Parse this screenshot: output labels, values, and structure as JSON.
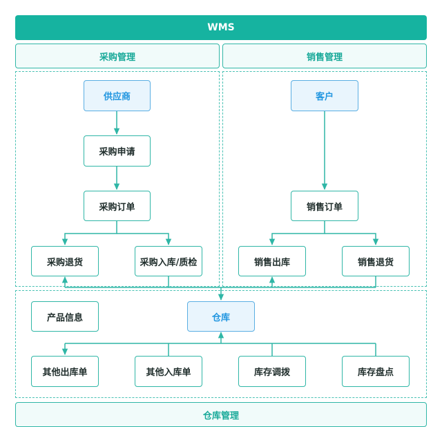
{
  "title": "WMS",
  "sections": {
    "purchase": "采购管理",
    "sales": "销售管理",
    "warehouse": "仓库管理"
  },
  "nodes": {
    "supplier": "供应商",
    "purchase_request": "采购申请",
    "purchase_order": "采购订单",
    "purchase_return": "采购退货",
    "purchase_inbound_qc": "采购入库/质检",
    "customer": "客户",
    "sales_order": "销售订单",
    "sales_outbound": "销售出库",
    "sales_return": "销售退货",
    "product_info": "产品信息",
    "warehouse": "仓库",
    "other_outbound": "其他出库单",
    "other_inbound": "其他入库单",
    "stock_transfer": "库存调拨",
    "stock_count": "库存盘点"
  },
  "colors": {
    "accent": "#16b3a0",
    "line": "#2fb6a6",
    "highlight_fill": "#e9f5fd",
    "highlight_text": "#2196e0"
  }
}
